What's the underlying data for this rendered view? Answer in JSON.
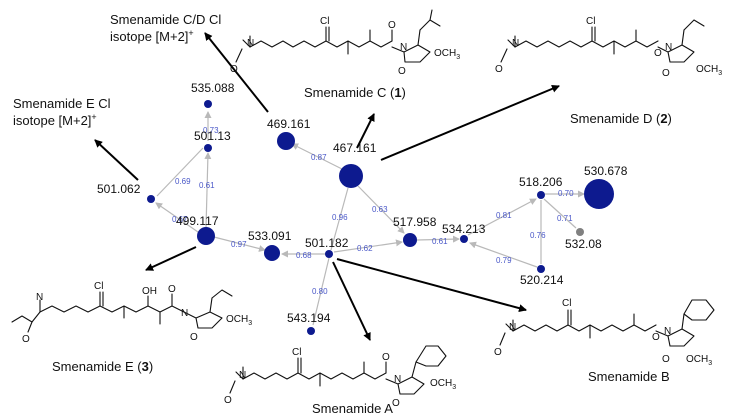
{
  "colors": {
    "node": "#0d1a8f",
    "node_secondary": "#808080",
    "edge": "#b9b9b9",
    "edge_label": "#4a58c8",
    "arrow": "#000000"
  },
  "nodes": [
    {
      "id": "n469",
      "label": "469.161"
    },
    {
      "id": "n467",
      "label": "467.161"
    },
    {
      "id": "n535",
      "label": "535.088"
    },
    {
      "id": "n501a",
      "label": "501.13"
    },
    {
      "id": "n501b",
      "label": "501.062"
    },
    {
      "id": "n499",
      "label": "499.117"
    },
    {
      "id": "n533",
      "label": "533.091"
    },
    {
      "id": "n501c",
      "label": "501.182"
    },
    {
      "id": "n517",
      "label": "517.958"
    },
    {
      "id": "n534",
      "label": "534.213"
    },
    {
      "id": "n518",
      "label": "518.206"
    },
    {
      "id": "n530",
      "label": "530.678"
    },
    {
      "id": "n532",
      "label": "532.08"
    },
    {
      "id": "n520",
      "label": "520.214"
    },
    {
      "id": "n543",
      "label": "543.194"
    }
  ],
  "edges": [
    {
      "label": "0.87"
    },
    {
      "label": "0.96"
    },
    {
      "label": "0.63"
    },
    {
      "label": "0.73"
    },
    {
      "label": "0.69"
    },
    {
      "label": "0.61"
    },
    {
      "label": "0.67"
    },
    {
      "label": "0.97"
    },
    {
      "label": "0.68"
    },
    {
      "label": "0.62"
    },
    {
      "label": "0.61"
    },
    {
      "label": "0.81"
    },
    {
      "label": "0.70"
    },
    {
      "label": "0.71"
    },
    {
      "label": "0.76"
    },
    {
      "label": "0.79"
    },
    {
      "label": "0.80"
    }
  ],
  "captions": {
    "cd_isotope_line1": "Smenamide C/D Cl",
    "cd_isotope_line2": "isotope [M+2]",
    "e_isotope_line1": "Smenamide E Cl",
    "e_isotope_line2": "isotope [M+2]",
    "isotope_sup": "+",
    "smen_c": "Smenamide C (",
    "smen_c_num": "1",
    "smen_d": "Smenamide D (",
    "smen_d_num": "2",
    "smen_e": "Smenamide E (",
    "smen_e_num": "3",
    "close_paren": ")",
    "smen_a": "Smenamide A",
    "smen_b": "Smenamide B"
  },
  "atoms": {
    "cl": "Cl",
    "o": "O",
    "n": "N",
    "och3": "OCH",
    "och3_sub": "3",
    "och3_d": "OCH",
    "oh": "OH"
  }
}
